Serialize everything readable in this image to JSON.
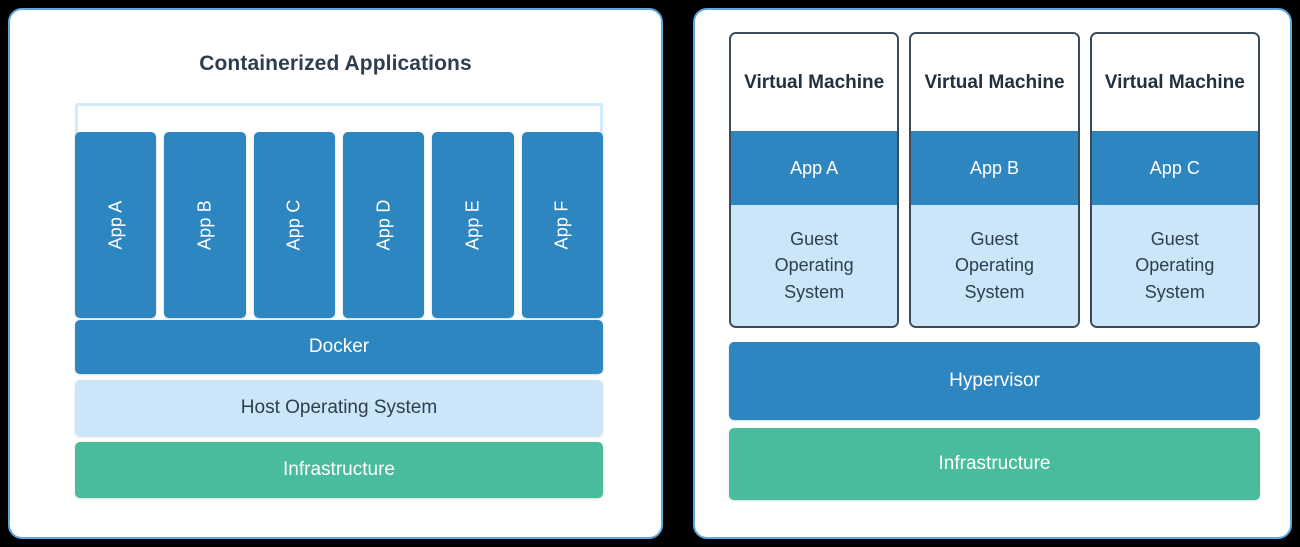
{
  "background_color": "#000000",
  "panel_border_color": "#5DA9DD",
  "colors": {
    "blue": "#2E86C1",
    "light_blue": "#CBE6F9",
    "green": "#48BC9D",
    "bracket": "#D3EAFA",
    "vm_border": "#3B4A5A",
    "text_dark": "#2E3E50"
  },
  "left_panel": {
    "title": "Containerized Applications",
    "apps": [
      {
        "label": "App A"
      },
      {
        "label": "App B"
      },
      {
        "label": "App C"
      },
      {
        "label": "App D"
      },
      {
        "label": "App E"
      },
      {
        "label": "App F"
      }
    ],
    "layers": [
      {
        "label": "Docker",
        "style": "blue"
      },
      {
        "label": "Host Operating System",
        "style": "light_blue"
      },
      {
        "label": "Infrastructure",
        "style": "green"
      }
    ]
  },
  "right_panel": {
    "vms": [
      {
        "title": "Virtual Machine",
        "app": "App A",
        "guest_line1": "Guest",
        "guest_line2": "Operating",
        "guest_line3": "System"
      },
      {
        "title": "Virtual Machine",
        "app": "App B",
        "guest_line1": "Guest",
        "guest_line2": "Operating",
        "guest_line3": "System"
      },
      {
        "title": "Virtual Machine",
        "app": "App C",
        "guest_line1": "Guest",
        "guest_line2": "Operating",
        "guest_line3": "System"
      }
    ],
    "layers": [
      {
        "label": "Hypervisor",
        "style": "blue"
      },
      {
        "label": "Infrastructure",
        "style": "green"
      }
    ]
  }
}
